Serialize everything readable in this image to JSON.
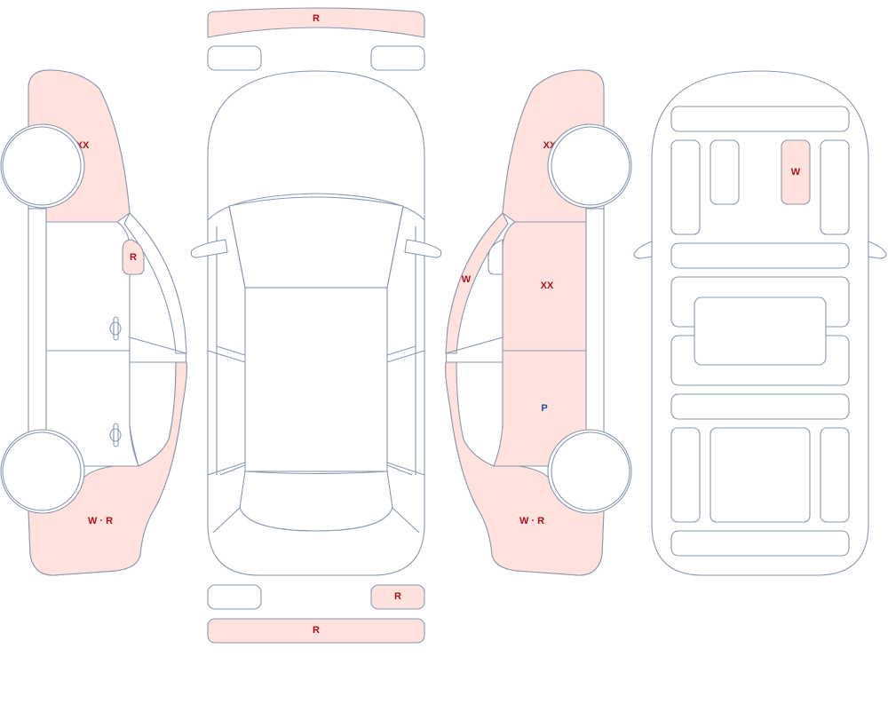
{
  "colors": {
    "damage_fill": "#ffe1de",
    "outline": "#8a98ad",
    "label_red": "#a8141b",
    "label_blue": "#1f4e9c",
    "background": "#ffffff"
  },
  "labels": {
    "front_bumper": "R",
    "left_front_fender": "XX",
    "left_mirror": "R",
    "left_rear_quarter": "W · R",
    "right_front_fender": "XX",
    "right_a_pillar": "W",
    "right_front_door": "XX",
    "right_rear_door": "P",
    "right_rear_quarter": "W · R",
    "interior_front_right_seat": "W",
    "rear_right_light": "R",
    "rear_bumper": "R"
  }
}
